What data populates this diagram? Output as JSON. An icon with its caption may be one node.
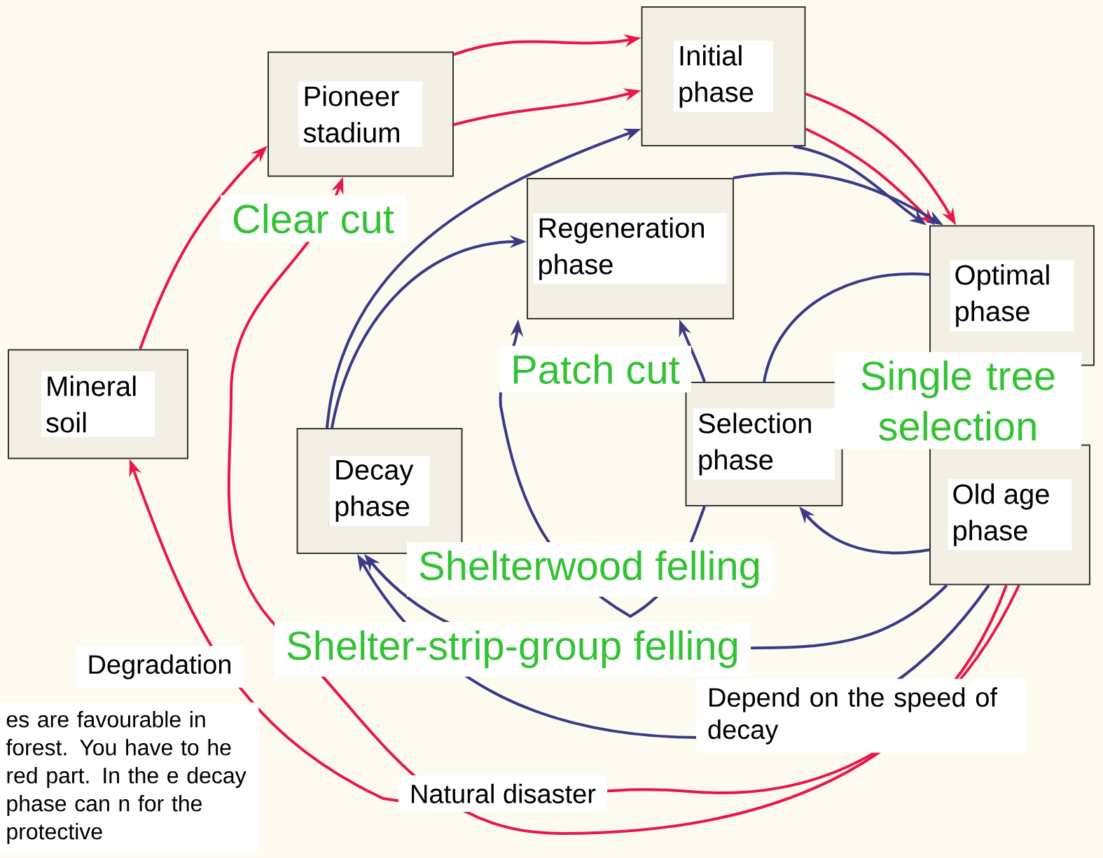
{
  "diagram": {
    "nodes": [
      {
        "text": [
          "Pioneer stadium"
        ]
      },
      {
        "text": [
          "Initial phase"
        ]
      },
      {
        "text": [
          "Regeneration phase"
        ]
      },
      {
        "text": [
          "Optimal phase"
        ]
      },
      {
        "text": [
          "Mineral soil"
        ]
      },
      {
        "text": [
          "Decay phase"
        ]
      },
      {
        "text": [
          "Selection phase"
        ]
      },
      {
        "text": [
          "Old age phase"
        ]
      }
    ],
    "edges": [
      {
        "from": 4,
        "to": 0,
        "arrow": "to",
        "color": "#e8174a"
      },
      {
        "from": 0,
        "to": 1,
        "arrow": "to",
        "color": "#e8174a"
      },
      {
        "from": 0,
        "to": 1,
        "arrow": "to",
        "color": "#e8174a"
      },
      {
        "from": 1,
        "to": 3,
        "arrow": "to",
        "color": "#e8174a"
      },
      {
        "from": 1,
        "to": 3,
        "arrow": "to",
        "color": "#e8174a"
      },
      {
        "from": 1,
        "to": 3,
        "arrow": "to"
      },
      {
        "from": 2,
        "to": 3,
        "arrow": "to"
      },
      {
        "from": 5,
        "to": 1,
        "arrow": "to"
      },
      {
        "from": 5,
        "to": 2,
        "arrow": "to"
      },
      {
        "from": 6,
        "to": 3,
        "arrow": "none"
      },
      {
        "from": 7,
        "to": 6,
        "arrow": "to"
      },
      {
        "from": 6,
        "to": 2,
        "arrow": "to"
      },
      {
        "from": 6,
        "to": 2,
        "arrow": "to"
      },
      {
        "from": 7,
        "to": 5,
        "arrow": "to"
      },
      {
        "from": 7,
        "to": 5,
        "arrow": "to"
      },
      {
        "from": 7,
        "to": 0,
        "arrow": "to",
        "color": "#e8174a"
      },
      {
        "from": 7,
        "to": 4,
        "arrow": "to",
        "color": "#e8174a"
      }
    ],
    "labels": [
      "Clear cut",
      "Patch cut",
      "Single tree selection",
      "Shelterwood felling",
      "Shelter-strip-group felling",
      "Degradation",
      "Depend on the speed of decay",
      "es are favourable in forest. You have to he red part. In the e decay phase can n for the protective",
      "Natural disaster"
    ]
  }
}
